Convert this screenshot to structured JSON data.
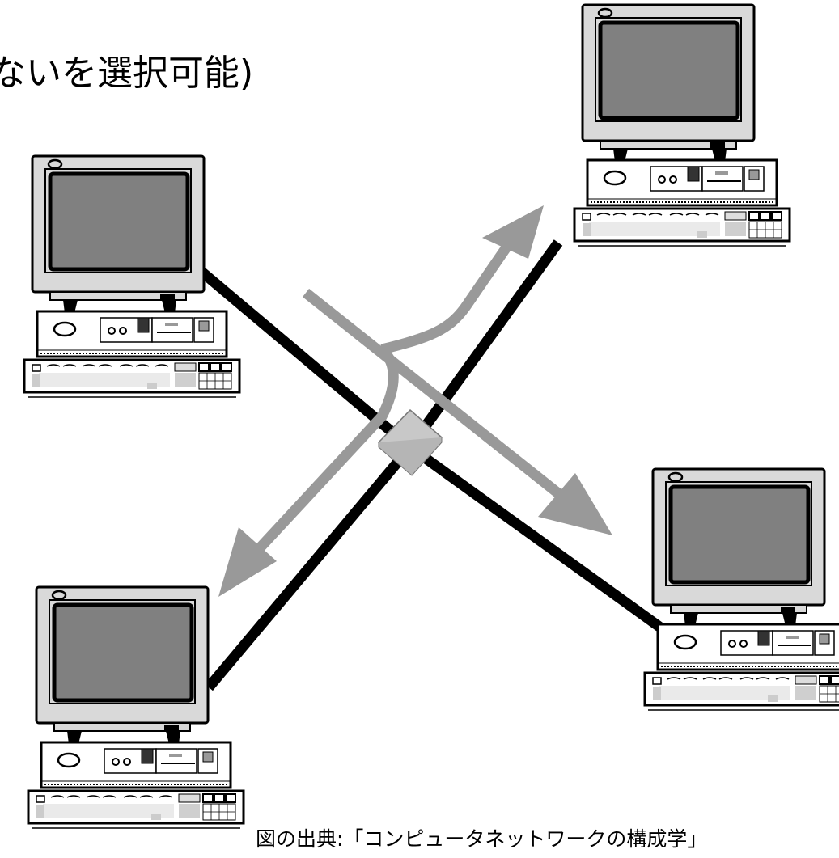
{
  "heading": "ないを選択可能)",
  "caption": "図の出典:「コンピュータネットワークの構成学」",
  "colors": {
    "cable": "#000000",
    "arrow": "#999999",
    "hub": "#c8c8c8",
    "screen": "#808080",
    "monitor_body": "#d9d9d9",
    "outline": "#000000"
  },
  "nodes": [
    {
      "name": "computer-top-left",
      "icon": "desktop-computer-icon"
    },
    {
      "name": "computer-top-right",
      "icon": "desktop-computer-icon"
    },
    {
      "name": "computer-bottom-left",
      "icon": "desktop-computer-icon"
    },
    {
      "name": "computer-bottom-right",
      "icon": "desktop-computer-icon"
    }
  ],
  "hub": {
    "name": "network-hub",
    "icon": "hub-icon"
  }
}
